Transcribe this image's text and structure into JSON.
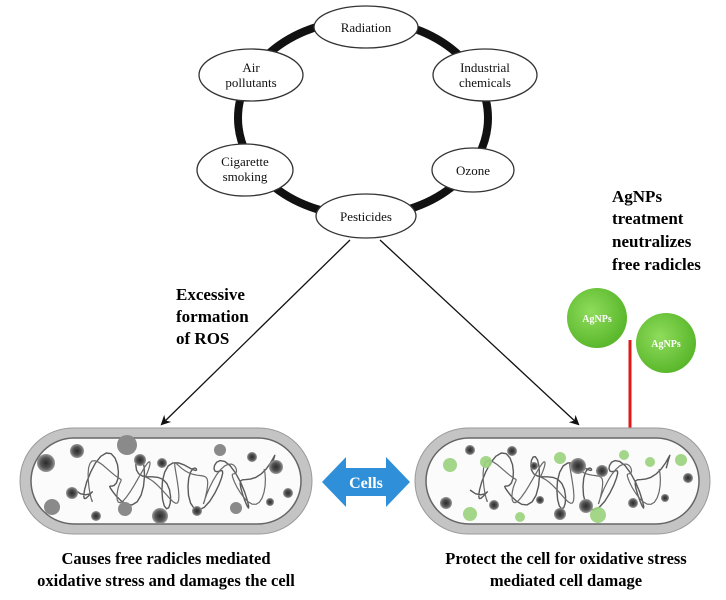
{
  "sources": {
    "radiation": "Radiation",
    "industrial": [
      "Industrial",
      "chemicals"
    ],
    "air": [
      "Air",
      "pollutants"
    ],
    "cigarette": [
      "Cigarette",
      "smoking"
    ],
    "ozone": "Ozone",
    "pesticides": "Pesticides"
  },
  "excessive_ros": [
    "Excessive",
    "formation",
    "of ROS"
  ],
  "agnps_note": [
    "AgNPs",
    "treatment",
    "neutralizes",
    "free radicles"
  ],
  "agnp_label": "AgNPs",
  "cells_label": "Cells",
  "left_caption": [
    "Causes free radicles mediated",
    "oxidative stress and damages the cell"
  ],
  "right_caption": [
    "Protect the cell for oxidative stress",
    "mediated cell damage"
  ],
  "colors": {
    "ring": "#111111",
    "agnp_green": "#7ccf4a",
    "double_arrow": "#2f8fd8",
    "inhibit_line": "#e01818",
    "radical_gray": "#555555",
    "cell_wall": "#b8b8b8"
  }
}
